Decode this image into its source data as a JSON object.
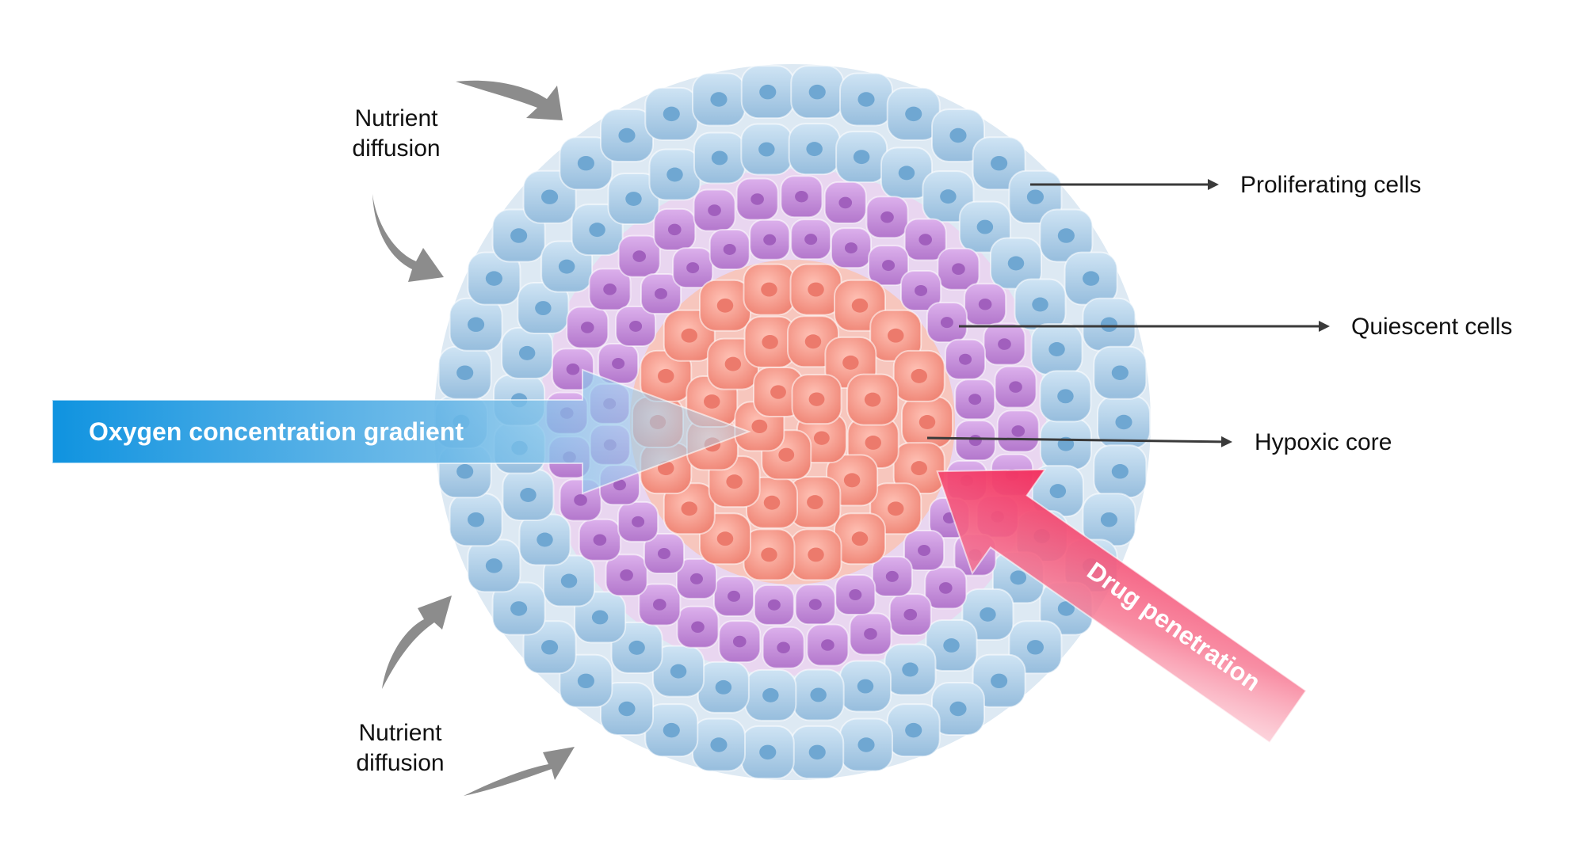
{
  "colors": {
    "proliferating": "#a9cbe6",
    "quiescent": "#c98ddd",
    "hypoxic": "#f59a8a",
    "oxygen_arrow": "#1a9be3",
    "drug_arrow": "#f0385f",
    "nutrient_arrows": "#8c8c8c",
    "pointer": "#3a3a3a"
  },
  "labels": {
    "nutrient_top_line1": "Nutrient",
    "nutrient_top_line2": "diffusion",
    "nutrient_bottom_line1": "Nutrient",
    "nutrient_bottom_line2": "diffusion",
    "proliferating": "Proliferating cells",
    "quiescent": "Quiescent cells",
    "hypoxic": "Hypoxic core",
    "oxygen": "Oxygen concentration gradient",
    "drug": "Drug penetration"
  },
  "icons": [
    "curved-arrow-icon",
    "arrow-right-icon"
  ]
}
